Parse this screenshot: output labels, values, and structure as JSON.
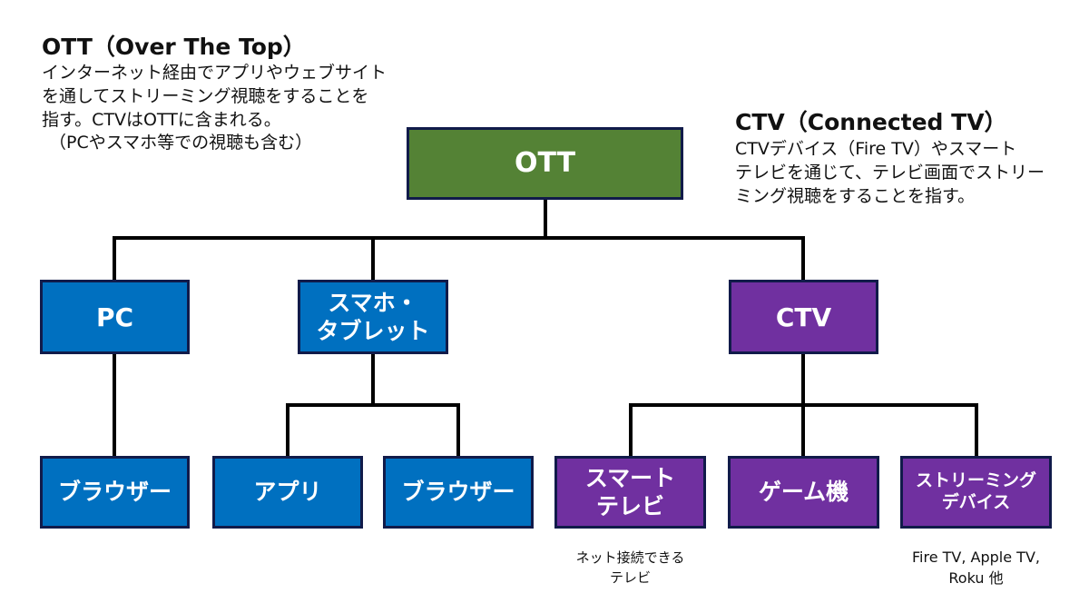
{
  "ott_description": {
    "title": "OTT（Over The Top）",
    "lines": [
      "インターネット経由でアプリやウェブサイト",
      "を通してストリーミング視聴をすることを",
      "指す。CTVはOTTに含まれる。",
      "（PCやスマホ等での視聴も含む）"
    ]
  },
  "ctv_description": {
    "title": "CTV（Connected TV）",
    "lines": [
      "CTVデバイス（Fire TV）やスマート",
      "テレビを通じて、テレビ画面でストリー",
      "ミング視聴をすることを指す。"
    ]
  },
  "nodes": {
    "ott": {
      "lines": [
        "OTT"
      ],
      "color": "#548235"
    },
    "pc": {
      "lines": [
        "PC"
      ],
      "color": "#0070c0"
    },
    "smartphone_tablet": {
      "lines": [
        "スマホ・",
        "タブレット"
      ],
      "color": "#0070c0"
    },
    "ctv": {
      "lines": [
        "CTV"
      ],
      "color": "#7030a0"
    },
    "pc_browser": {
      "lines": [
        "ブラウザー"
      ],
      "color": "#0070c0"
    },
    "mobile_app": {
      "lines": [
        "アプリ"
      ],
      "color": "#0070c0"
    },
    "mobile_browser": {
      "lines": [
        "ブラウザー"
      ],
      "color": "#0070c0"
    },
    "smart_tv": {
      "lines": [
        "スマート",
        "テレビ"
      ],
      "color": "#7030a0"
    },
    "game_console": {
      "lines": [
        "ゲーム機"
      ],
      "color": "#7030a0"
    },
    "streaming_device": {
      "lines": [
        "ストリーミング",
        "デバイス"
      ],
      "color": "#7030a0"
    }
  },
  "captions": {
    "smart_tv": [
      "ネット接続できる",
      "テレビ"
    ],
    "streaming_device": [
      "Fire TV, Apple TV,",
      "Roku 他"
    ]
  },
  "colors": {
    "ott": "#548235",
    "non_ctv": "#0070c0",
    "ctv": "#7030a0",
    "border": "#111b4a",
    "connector": "#000000"
  }
}
